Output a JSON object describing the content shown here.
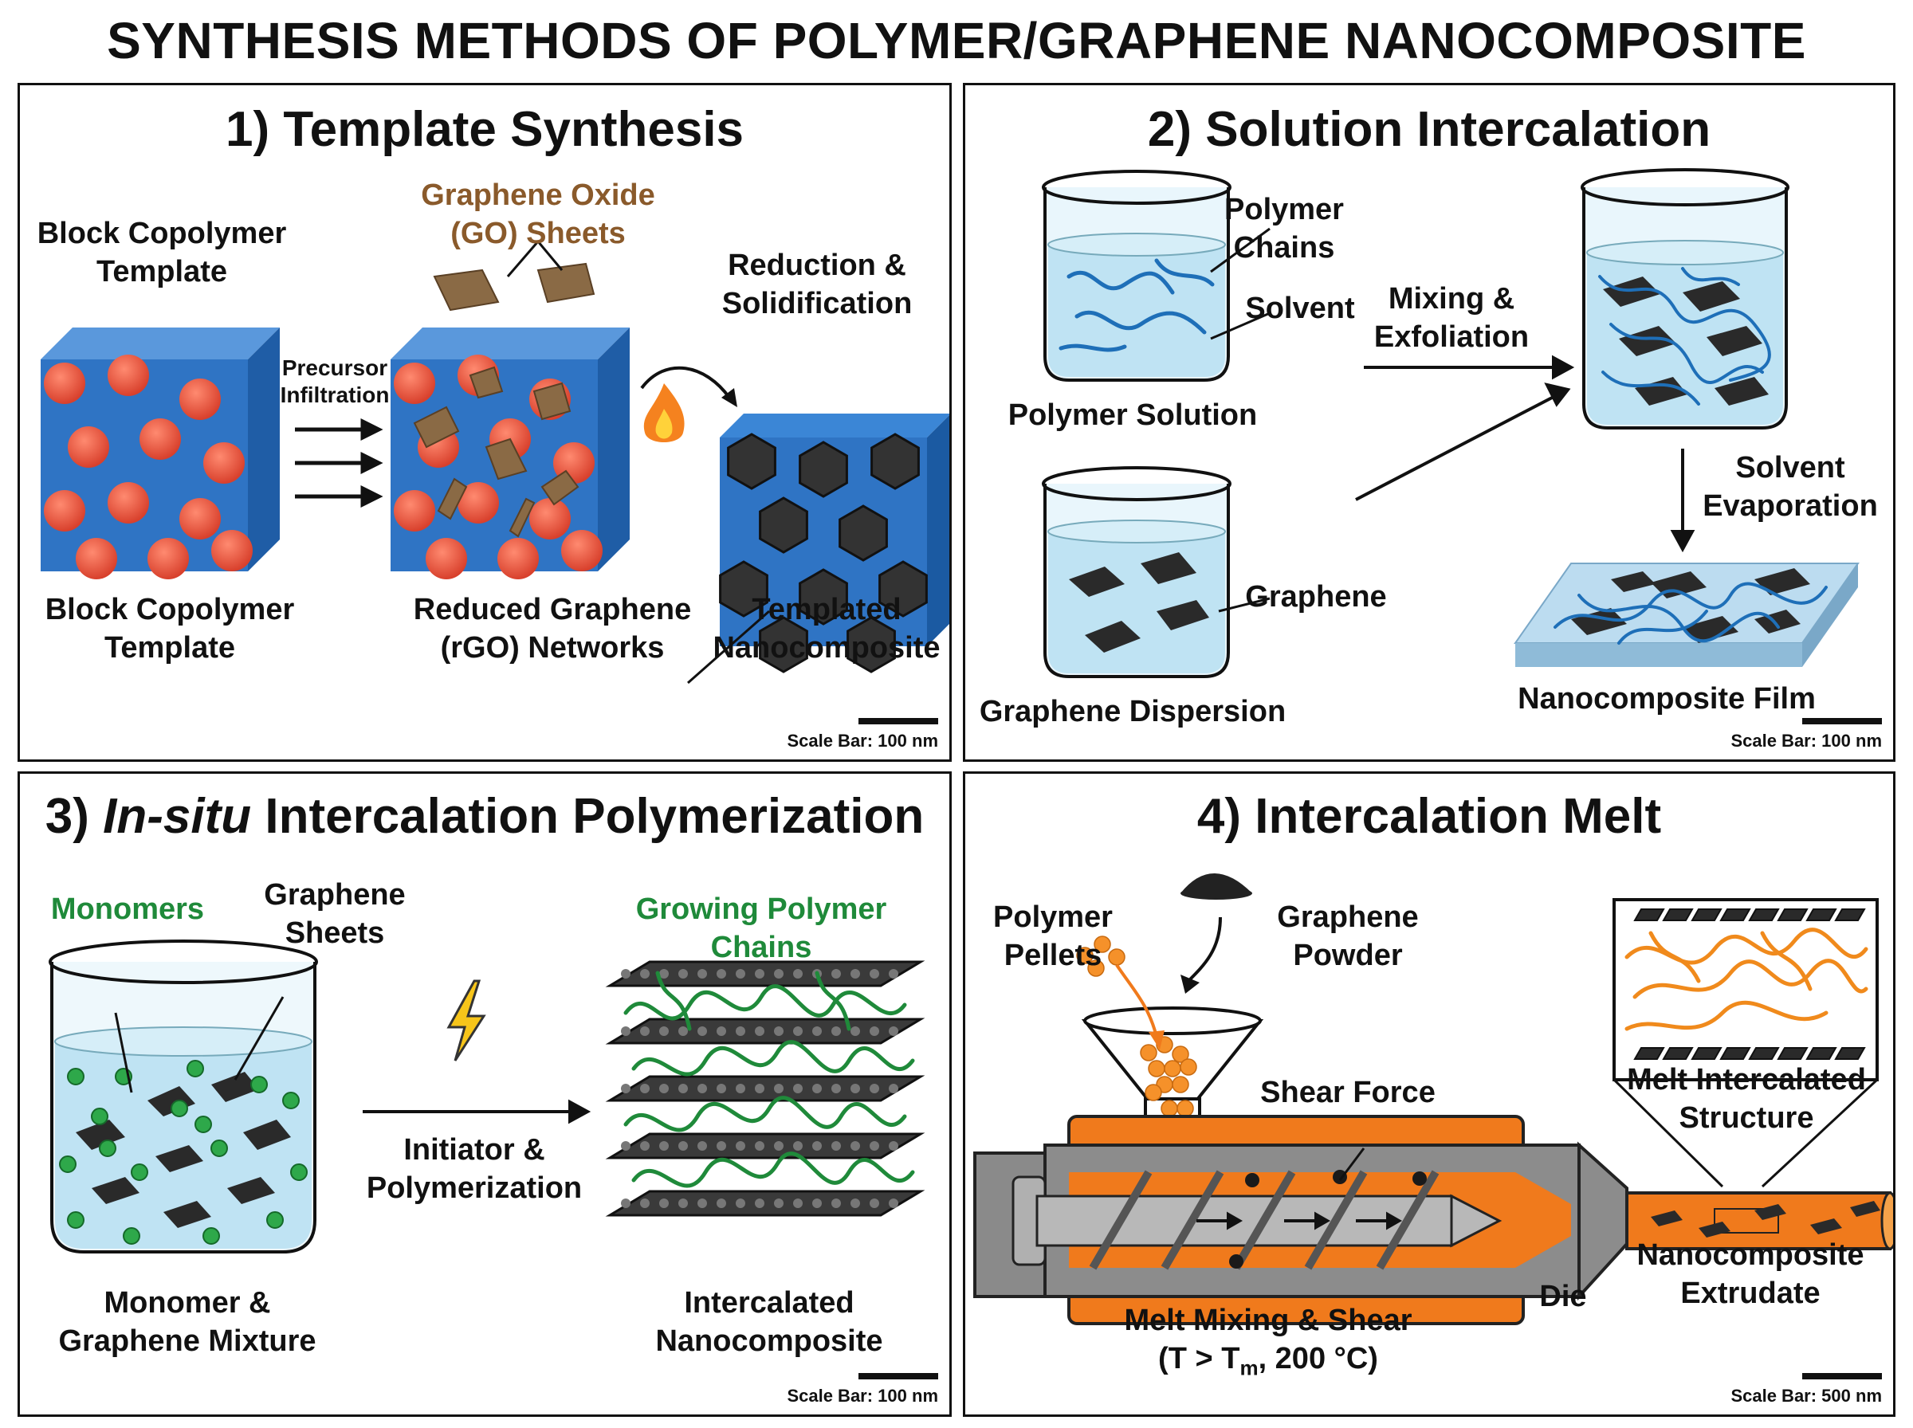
{
  "title": "SYNTHESIS METHODS OF POLYMER/GRAPHENE NANOCOMPOSITE",
  "panels": {
    "p1": {
      "title": "1) Template Synthesis",
      "block_template_top": "Block Copolymer\nTemplate",
      "go_sheets": "Graphene Oxide\n(GO) Sheets",
      "precursor": "Precursor\nInfiltration",
      "reduction": "Reduction &\nSolidification",
      "block_template_bottom": "Block Copolymer\nTemplate",
      "rgo": "Reduced Graphene\n(rGO) Networks",
      "templated": "Templated\nNanocomposite",
      "scale": "Scale Bar: 100 nm"
    },
    "p2": {
      "title": "2) Solution Intercalation",
      "polymer_chains": "Polymer\nChains",
      "solvent": "Solvent",
      "polymer_solution": "Polymer Solution",
      "mixing": "Mixing &\nExfoliation",
      "solvent_evap": "Solvent\nEvaporation",
      "graphene": "Graphene",
      "graphene_dispersion": "Graphene Dispersion",
      "film": "Nanocomposite Film",
      "scale": "Scale Bar: 100 nm"
    },
    "p3": {
      "title_prefix": "3) ",
      "title_italic": "In-situ",
      "title_suffix": " Intercalation Polymerization",
      "monomers": "Monomers",
      "graphene_sheets": "Graphene\nSheets",
      "growing": "Growing Polymer\nChains",
      "initiator": "Initiator &\nPolymerization",
      "mixture": "Monomer &\nGraphene Mixture",
      "intercalated": "Intercalated\nNanocomposite",
      "scale": "Scale Bar: 100 nm"
    },
    "p4": {
      "title": "4) Intercalation Melt",
      "pellets": "Polymer\nPellets",
      "powder": "Graphene\nPowder",
      "shear": "Shear Force",
      "melt_structure": "Melt Intercalated\nStructure",
      "extrudate": "Nanocomposite\nExtrudate",
      "die": "Die",
      "melt_mixing": "Melt Mixing & Shear",
      "temp_prefix": "(T > T",
      "temp_sub": "m",
      "temp_suffix": ", 200 °C)",
      "scale": "Scale Bar: 500 nm"
    }
  },
  "colors": {
    "blue": "#2f74c4",
    "red": "#e8503a",
    "water": "#bfe3f3",
    "graphene": "#2a2a2a",
    "brown": "#8a5a2b",
    "green": "#1f8a3a",
    "orange": "#f07a1c",
    "barrel": "#9a9a9a"
  }
}
